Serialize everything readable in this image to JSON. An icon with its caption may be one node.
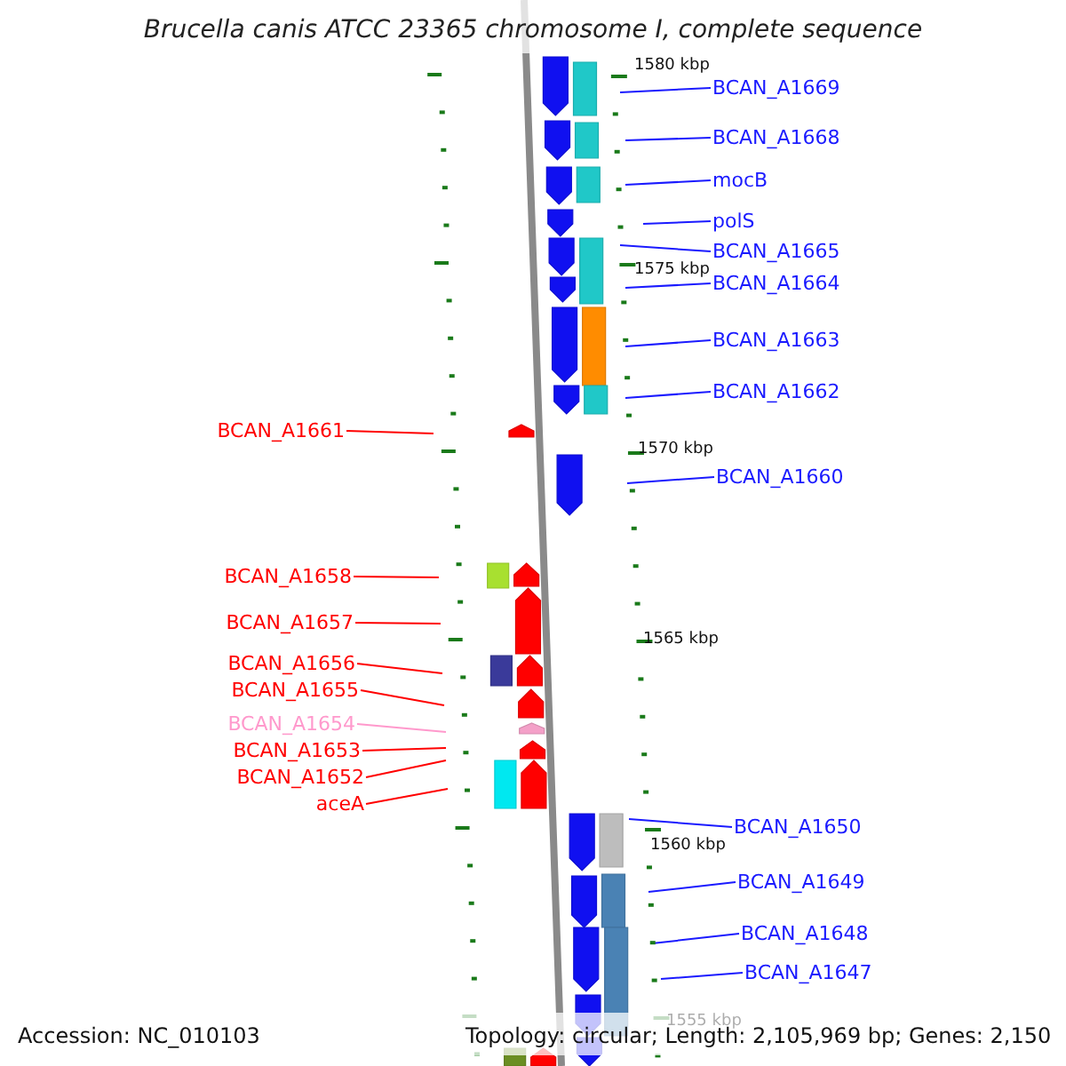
{
  "diagram": {
    "title": "Brucella canis ATCC 23365 chromosome I, complete sequence",
    "nodes": [
      {
        "text": [
          "BCAN_A1669"
        ]
      },
      {
        "text": [
          "BCAN_A1668"
        ]
      },
      {
        "text": [
          "mocB"
        ]
      },
      {
        "text": [
          "polS"
        ]
      },
      {
        "text": [
          "BCAN_A1665"
        ]
      },
      {
        "text": [
          "BCAN_A1664"
        ]
      },
      {
        "text": [
          "BCAN_A1663"
        ]
      },
      {
        "text": [
          "BCAN_A1662"
        ]
      },
      {
        "text": [
          "BCAN_A1661"
        ]
      },
      {
        "text": [
          "BCAN_A1660"
        ]
      },
      {
        "text": [
          "BCAN_A1658"
        ]
      },
      {
        "text": [
          "BCAN_A1657"
        ]
      },
      {
        "text": [
          "BCAN_A1656"
        ]
      },
      {
        "text": [
          "BCAN_A1655"
        ]
      },
      {
        "text": [
          "BCAN_A1654"
        ]
      },
      {
        "text": [
          "BCAN_A1653"
        ]
      },
      {
        "text": [
          "BCAN_A1652"
        ]
      },
      {
        "text": [
          "aceA"
        ]
      },
      {
        "text": [
          "BCAN_A1650"
        ]
      },
      {
        "text": [
          "BCAN_A1649"
        ]
      },
      {
        "text": [
          "BCAN_A1648"
        ]
      },
      {
        "text": [
          "BCAN_A1647"
        ]
      }
    ],
    "edges": [
      {
        "from": 0,
        "to": null,
        "arrow": "none"
      },
      {
        "from": 1,
        "to": null,
        "arrow": "none"
      },
      {
        "from": 2,
        "to": null,
        "arrow": "none"
      },
      {
        "from": 3,
        "to": null,
        "arrow": "none"
      },
      {
        "from": 4,
        "to": null,
        "arrow": "none"
      },
      {
        "from": 5,
        "to": null,
        "arrow": "none"
      },
      {
        "from": 6,
        "to": null,
        "arrow": "none"
      },
      {
        "from": 7,
        "to": null,
        "arrow": "none"
      },
      {
        "from": 8,
        "to": null,
        "arrow": "none",
        "color": "#ff0000"
      },
      {
        "from": 9,
        "to": null,
        "arrow": "none"
      },
      {
        "from": 10,
        "to": null,
        "arrow": "none",
        "color": "#ff0000"
      },
      {
        "from": 11,
        "to": null,
        "arrow": "none",
        "color": "#ff0000"
      },
      {
        "from": 12,
        "to": null,
        "arrow": "none",
        "color": "#ff0000"
      },
      {
        "from": 13,
        "to": null,
        "arrow": "none",
        "color": "#ff0000"
      },
      {
        "from": 14,
        "to": null,
        "arrow": "none",
        "color": "#ff99cc"
      },
      {
        "from": 15,
        "to": null,
        "arrow": "none",
        "color": "#ff0000"
      },
      {
        "from": 16,
        "to": null,
        "arrow": "none",
        "color": "#ff0000"
      },
      {
        "from": 17,
        "to": null,
        "arrow": "none",
        "color": "#ff0000"
      },
      {
        "from": 18,
        "to": null,
        "arrow": "none"
      },
      {
        "from": 19,
        "to": null,
        "arrow": "none"
      },
      {
        "from": 20,
        "to": null,
        "arrow": "none"
      },
      {
        "from": 21,
        "to": null,
        "arrow": "none"
      }
    ],
    "labels": [
      "1580 kbp",
      "1575 kbp",
      "1570 kbp",
      "1565 kbp",
      "1560 kbp",
      "1555 kbp",
      "Accession: NC_010103",
      "Topology: circular; Length: 2,105,969 bp; Genes: 2,150"
    ]
  }
}
